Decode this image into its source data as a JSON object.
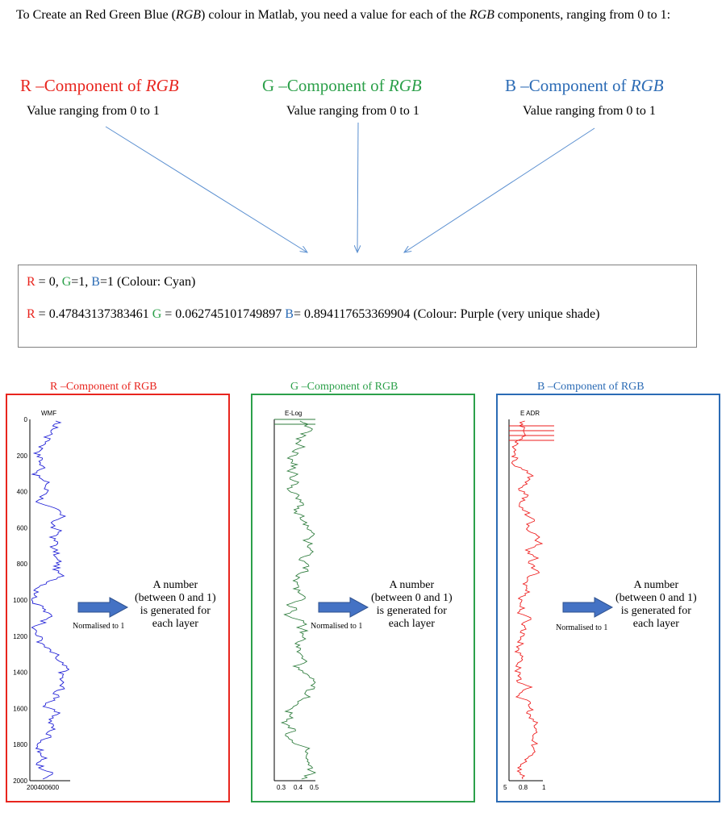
{
  "intro": {
    "p1": "To Create an Red Green Blue (",
    "rgb1": "RGB",
    "p2": ") colour in Matlab, you need a value for each of the ",
    "rgb2": "RGB",
    "p3": " components, ranging from 0 to 1:"
  },
  "components": [
    {
      "prefix": "R –Component of ",
      "rgb": "RGB",
      "range": "Value ranging from 0 to 1",
      "color": "#e8251e"
    },
    {
      "prefix": "G –Component of ",
      "rgb": "RGB",
      "range": "Value ranging from 0 to 1",
      "color": "#2ca04a"
    },
    {
      "prefix": "B –Component of ",
      "rgb": "RGB",
      "range": "Value ranging from 0 to 1",
      "color": "#2b6bb5"
    }
  ],
  "examples": {
    "line1": {
      "r_label": "R",
      "r_val": " = 0, ",
      "g_label": "G",
      "g_val": "=1, ",
      "b_label": "B",
      "b_val": "=1 (Colour: Cyan)"
    },
    "line2": {
      "r_label": "R",
      "r_val": " = 0.47843137383461 ",
      "g_label": "G",
      "g_val": " = 0.062745101749897 ",
      "b_label": "B",
      "b_val": "= 0.894117653369904 (Colour: Purple (very unique shade)"
    }
  },
  "panels": [
    {
      "title": "R –Component of RGB",
      "frame_color": "#e8251e",
      "log_color": "#1f1fd6",
      "log_name": "WMF",
      "yticks": [
        "0",
        "200",
        "400",
        "600",
        "800",
        "1000",
        "1200",
        "1400",
        "1600",
        "1800",
        "2000"
      ],
      "xticks": "200400600",
      "note_line1": "A number",
      "note_line2": "(between 0 and 1)",
      "note_line3": "is generated for",
      "note_line4": "each layer",
      "normalised": "Normalised to 1"
    },
    {
      "title": "G –Component of RGB",
      "frame_color": "#2ca04a",
      "log_color": "#2f7d3e",
      "log_name": "E-Log",
      "xticks_list": [
        "0.3",
        "0.4",
        "0.5"
      ],
      "note_line1": "A number",
      "note_line2": "(between 0 and 1)",
      "note_line3": "is generated for",
      "note_line4": "each layer",
      "normalised": "Normalised to 1"
    },
    {
      "title": "B –Component of RGB",
      "frame_color": "#2b6bb5",
      "log_color": "#ee1c1c",
      "log_name": "E ADR",
      "xticks_list": [
        "5",
        "0.8",
        "1"
      ],
      "note_line1": "A number",
      "note_line2": "(between 0 and 1)",
      "note_line3": "is generated for",
      "note_line4": "each layer",
      "normalised": "Normalised to 1"
    }
  ],
  "colors": {
    "arrow": "#5a8fd0",
    "blue_arrow_fill": "#4472c4",
    "blue_arrow_stroke": "#2f528f",
    "box_border": "#7f7f7f"
  }
}
